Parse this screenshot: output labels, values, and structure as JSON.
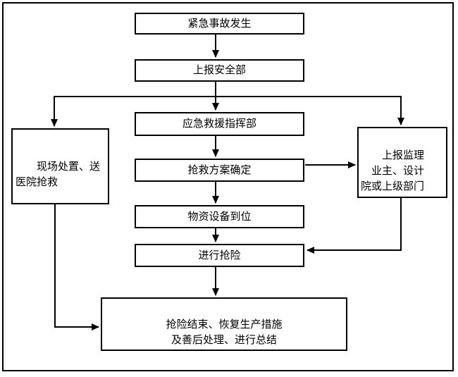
{
  "colors": {
    "line": "#000000",
    "background": "#ffffff",
    "text": "#000000"
  },
  "nodes": {
    "emergency_occurs": {
      "label": "紧急事故发生"
    },
    "report_safety_dept": {
      "label": "上报安全部"
    },
    "rescue_command": {
      "label": "应急救援指挥部"
    },
    "rescue_plan": {
      "label": "抢救方案确定"
    },
    "materials_ready": {
      "label": "物资设备到位"
    },
    "carry_out_rescue": {
      "label": "进行抢险"
    },
    "onsite_treatment": {
      "label": "　　现场处置、送\n医院抢救"
    },
    "report_supervision": {
      "label": "　　上报监理\n　业主、设计\n院或上级部门"
    },
    "wrapup_summary": {
      "label": "抢险结束、恢复生产措施\n及善后处理、进行总结"
    }
  }
}
